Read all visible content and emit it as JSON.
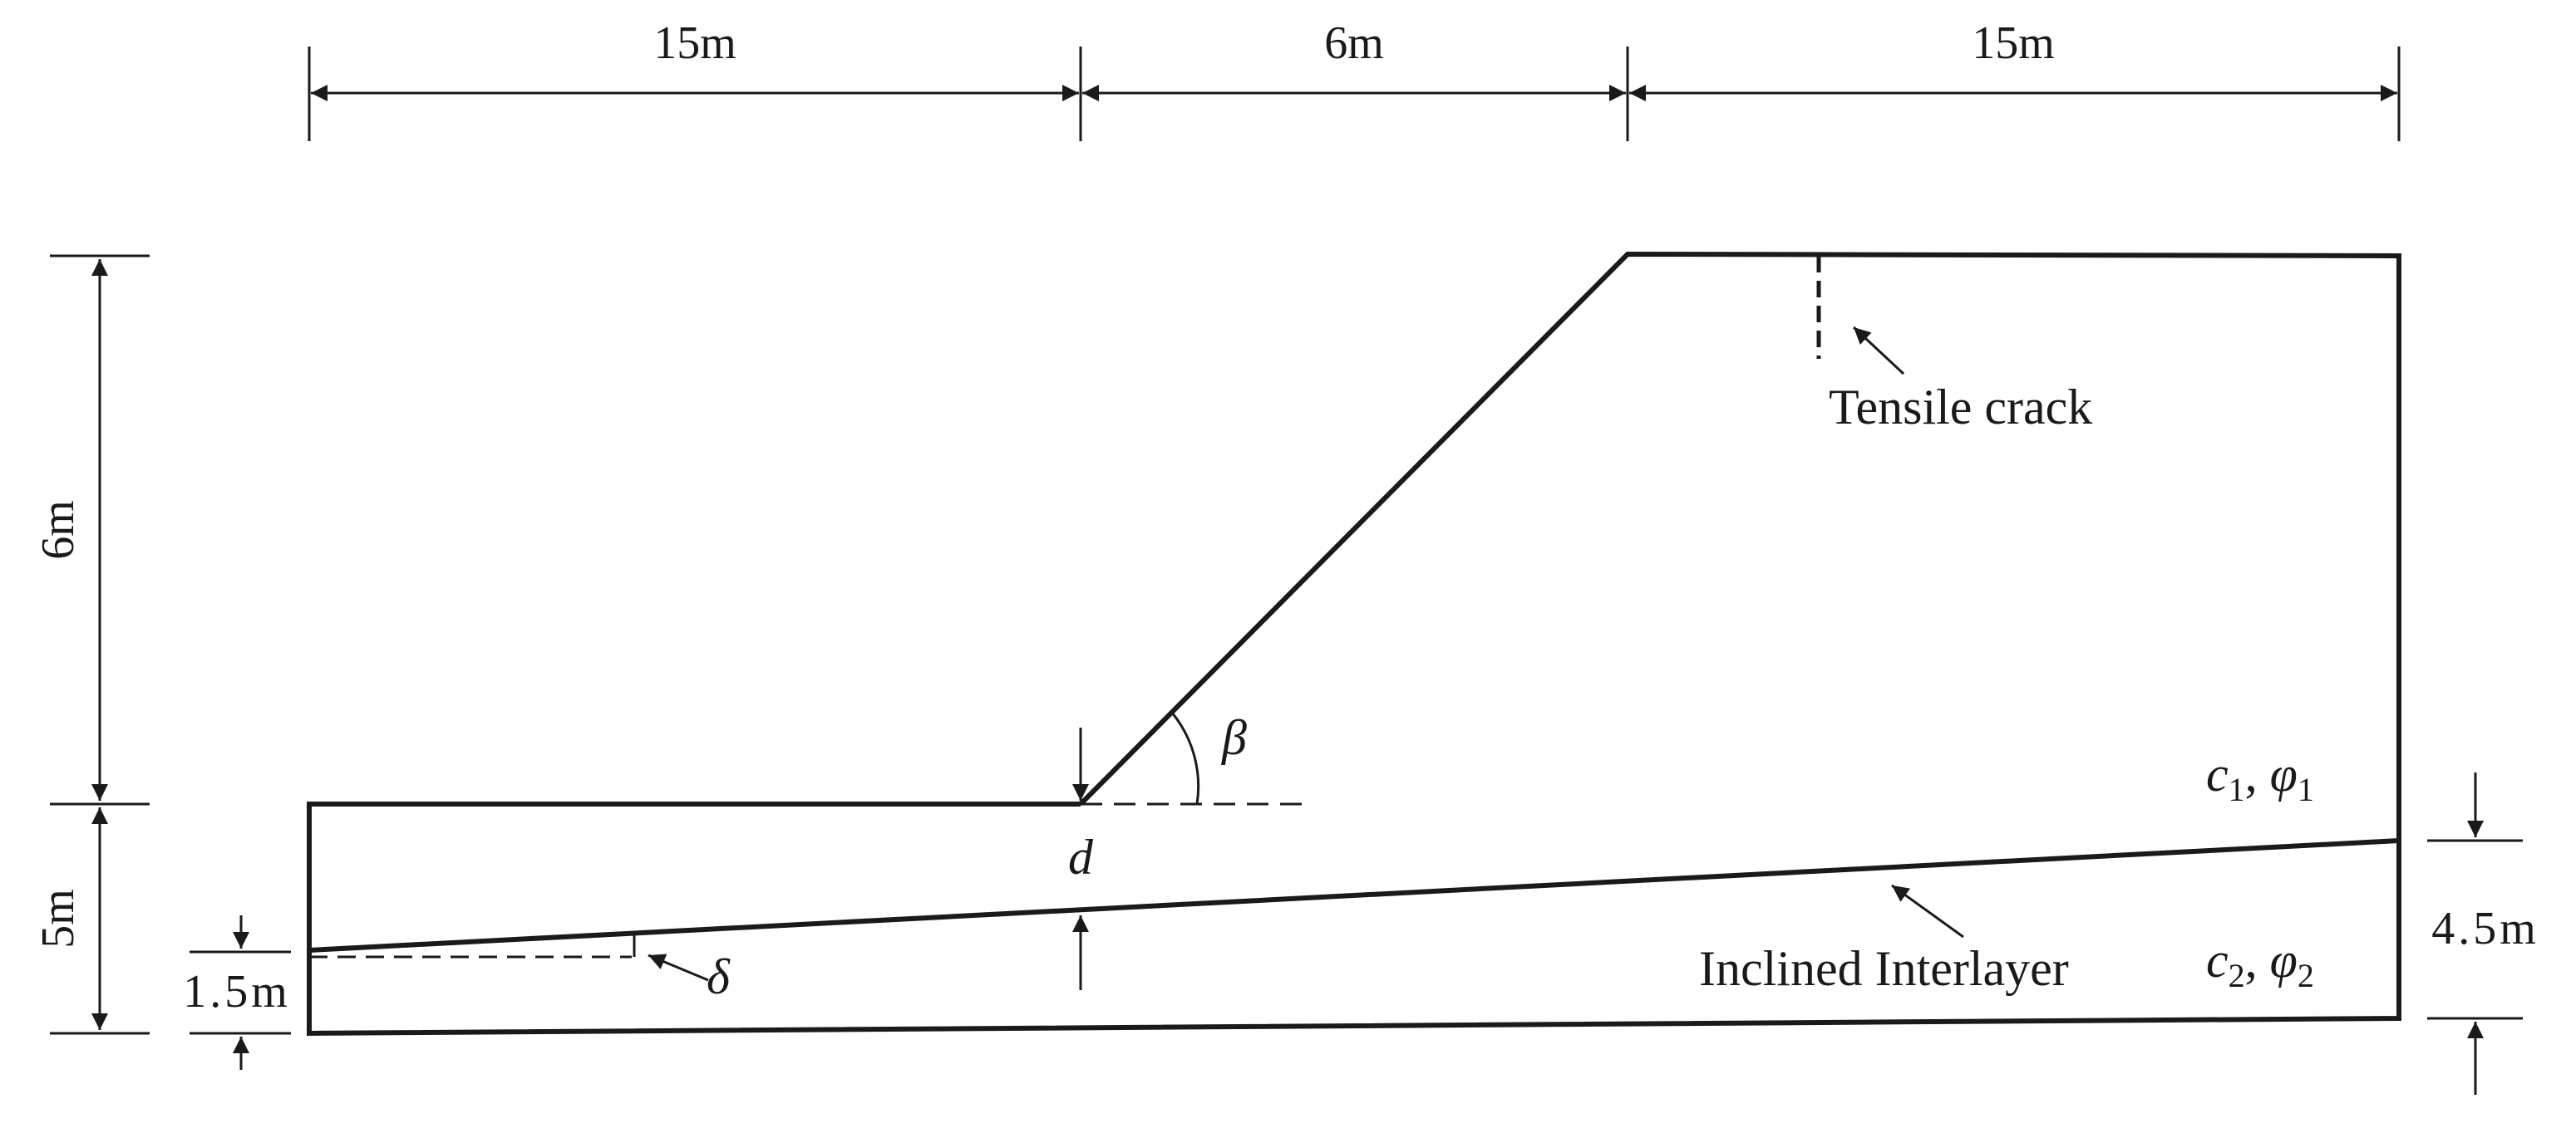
{
  "dimensions": {
    "top_left": "15m",
    "top_middle": "6m",
    "top_right": "15m",
    "left_upper": "6m",
    "left_lower": "5m",
    "left_offset": "1.5m",
    "right_offset": "4.5m"
  },
  "annotations": {
    "tensile_crack": "Tensile crack",
    "inclined_interlayer": "Inclined Interlayer"
  },
  "symbols": {
    "beta": "β",
    "delta": "δ",
    "d": "d"
  },
  "materials": {
    "upper": {
      "c": "c",
      "c_sub": "1",
      "sep": ", ",
      "phi": "φ",
      "phi_sub": "1"
    },
    "lower": {
      "c": "c",
      "c_sub": "2",
      "sep": ", ",
      "phi": "φ",
      "phi_sub": "2"
    }
  },
  "colors": {
    "line": "#1a1a1a",
    "background": "#ffffff"
  }
}
